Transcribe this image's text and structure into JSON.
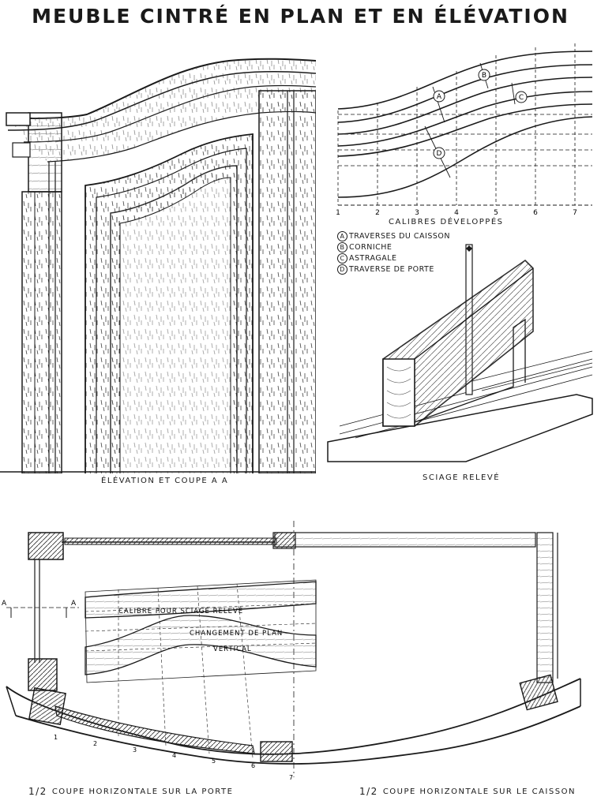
{
  "title": "MEUBLE CINTRÉ EN PLAN ET EN ÉLÉVATION",
  "captions": {
    "elevation": "ÉLÉVATION ET COUPE A A",
    "calibres": "CALIBRES DÉVELOPPÉS",
    "sciage": "SCIAGE RELEVÉ",
    "half_door": "COUPE HORIZONTALE SUR LA PORTE",
    "half_caisson": "COUPE HORIZONTALE SUR LE CAISSON",
    "half_symbol": "1/2"
  },
  "legend": [
    {
      "letter": "A",
      "text": "TRAVERSES DU CAISSON"
    },
    {
      "letter": "B",
      "text": "CORNICHE"
    },
    {
      "letter": "C",
      "text": "ASTRAGALE"
    },
    {
      "letter": "D",
      "text": "TRAVERSE DE PORTE"
    }
  ],
  "calibre_ticks": [
    "1",
    "2",
    "3",
    "4",
    "5",
    "6",
    "7"
  ],
  "calibre_letters": [
    "A",
    "B",
    "C",
    "D"
  ],
  "plan": {
    "section_mark": "A",
    "calibre_label": "CALIBRE POUR SCIAGE RELEVÉ",
    "change_label_1": "CHANGEMENT DE PLAN",
    "change_label_2": "VERTICAL",
    "ticks": [
      "1",
      "2",
      "3",
      "4",
      "5",
      "6",
      "7"
    ]
  },
  "colors": {
    "ink": "#1a1a1a",
    "paper": "#ffffff",
    "hatch": "#555555"
  }
}
